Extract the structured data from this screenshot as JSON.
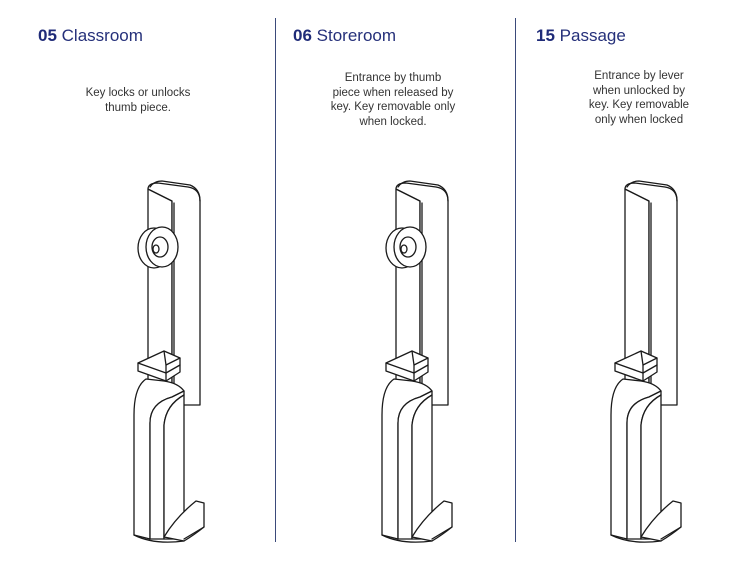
{
  "functions": [
    {
      "code": "05",
      "name": "Classroom",
      "description": [
        "Key locks or unlocks",
        "thumb piece."
      ],
      "icon": "handleset-thumb-turn-icon"
    },
    {
      "code": "06",
      "name": "Storeroom",
      "description": [
        "Entrance by thumb",
        "piece when released by",
        "key. Key removable only",
        "when locked."
      ],
      "icon": "handleset-thumb-turn-icon"
    },
    {
      "code": "15",
      "name": "Passage",
      "description": [
        "Entrance by lever",
        "when unlocked by",
        "key. Key removable",
        "only when locked"
      ],
      "icon": "handleset-plain-icon"
    }
  ],
  "colors": {
    "accent": "#25307a",
    "divider": "#3b4a7a",
    "body_text": "#333333"
  }
}
